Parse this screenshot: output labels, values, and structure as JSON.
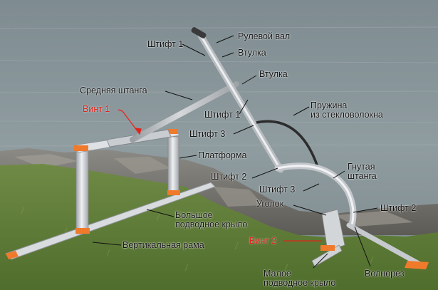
{
  "labels": {
    "steering_shaft": "Рулевой вал",
    "pin_1_top": "Штифт 1",
    "bushing_top": "Втулка",
    "bushing_mid": "Втулка",
    "middle_rod": "Средняя штанга",
    "screw_1": "Винт 1",
    "pin_1_mid": "Штифт 1",
    "fiberglass_spring": [
      "Пружина",
      "из стекловолокна"
    ],
    "pin_3_left": "Штифт 3",
    "platform": "Платформа",
    "bent_rod": [
      "Гнутая",
      "штанга"
    ],
    "pin_2_left": "Штифт 2",
    "pin_3_mid": "Штифт 3",
    "big_hydrofoil": [
      "Большое",
      "подводное крыло"
    ],
    "angle_bracket": "Уголок",
    "pin_2_right": "Штифт 2",
    "screw_2": "Винт 2",
    "vertical_frame": "Вертикальная рама",
    "small_hydrofoil": [
      "Малое",
      "подводное крыло"
    ],
    "wave_breaker": "Волнорез"
  },
  "colors": {
    "water": "#8a979b",
    "grass": "#5f7f3c",
    "metal": "#c9ccd0",
    "orange_cap": "#f07a2c",
    "label_red": "#e3241b"
  }
}
